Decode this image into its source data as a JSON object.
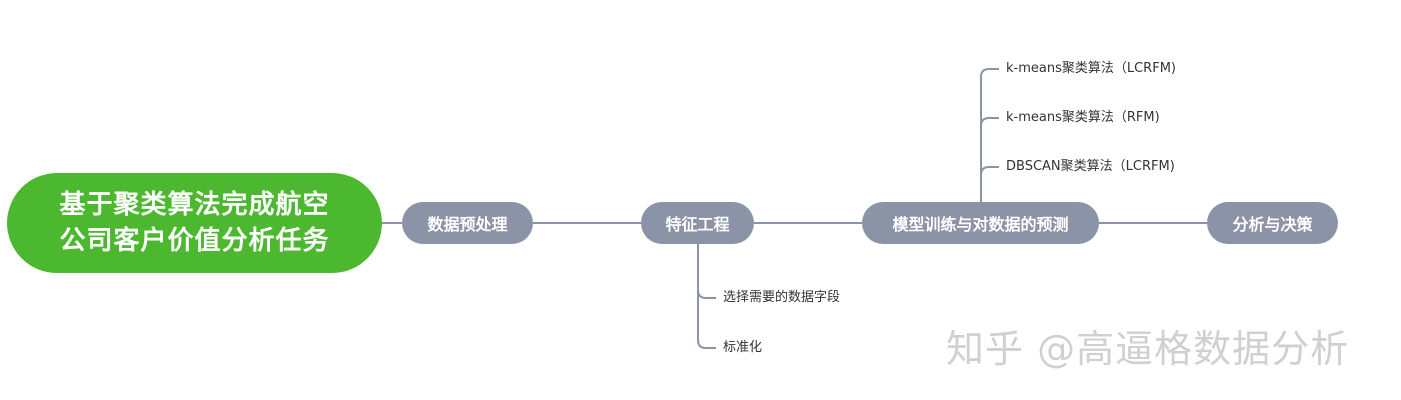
{
  "root": {
    "title": "基于聚类算法完成航空\n公司客户价值分析任务"
  },
  "branches": [
    {
      "label": "数据预处理"
    },
    {
      "label": "特征工程"
    },
    {
      "label": "模型训练与对数据的预测"
    },
    {
      "label": "分析与决策"
    }
  ],
  "feature_engineering_leaves": [
    {
      "label": "选择需要的数据字段"
    },
    {
      "label": "标准化"
    }
  ],
  "model_leaves": [
    {
      "label": "k-means聚类算法（LCRFM)"
    },
    {
      "label": "k-means聚类算法（RFM)"
    },
    {
      "label": "DBSCAN聚类算法（LCRFM)"
    }
  ],
  "watermark": "知乎 @高逼格数据分析",
  "colors": {
    "root_fill": "#4cb830",
    "branch_fill": "#8b93a6",
    "connector": "#8b93a6"
  }
}
